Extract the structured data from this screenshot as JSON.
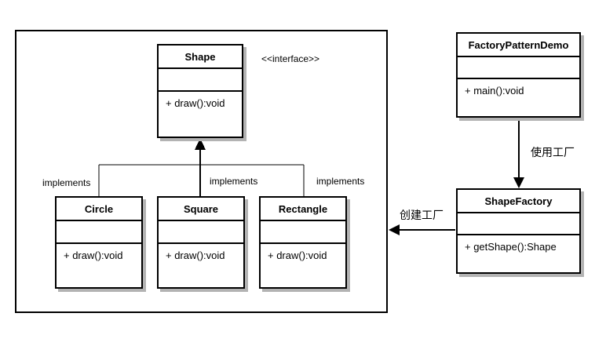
{
  "diagram": {
    "stereotype_label": "<<interface>>",
    "classes": {
      "shape": {
        "name": "Shape",
        "attributes": "",
        "methods": "+ draw():void"
      },
      "circle": {
        "name": "Circle",
        "attributes": "",
        "methods": "+ draw():void"
      },
      "square": {
        "name": "Square",
        "attributes": "",
        "methods": "+ draw():void"
      },
      "rectangle": {
        "name": "Rectangle",
        "attributes": "",
        "methods": "+ draw():void"
      },
      "factory_pattern_demo": {
        "name": "FactoryPatternDemo",
        "attributes": "",
        "methods": "+ main():void"
      },
      "shape_factory": {
        "name": "ShapeFactory",
        "attributes": "",
        "methods": "+ getShape():Shape"
      }
    },
    "relation_labels": {
      "implements_circle": "implements",
      "implements_square": "implements",
      "implements_rectangle": "implements",
      "use_factory": "使用工厂",
      "create_factory": "创建工厂"
    },
    "colors": {
      "line": "#000000",
      "text": "#000000",
      "box_fill": "#ffffff",
      "box_shadow": "#b3b3b3",
      "background": "#ffffff"
    }
  }
}
